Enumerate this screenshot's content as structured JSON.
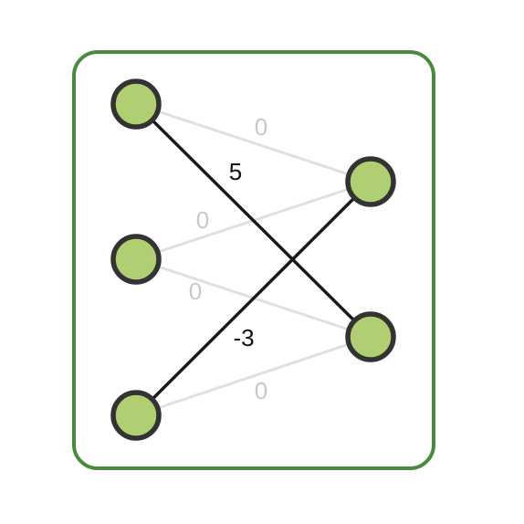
{
  "colors": {
    "frame": "#4a8a3f",
    "node_fill": "#afcf72",
    "node_stroke": "#333333",
    "active_edge": "#1a1a1a",
    "inactive_edge": "#e0e0e0",
    "inactive_label": "#c8c8c8",
    "active_label": "#111111"
  },
  "nodes": {
    "left": [
      "",
      "",
      ""
    ],
    "right": [
      "",
      ""
    ]
  },
  "edges": [
    {
      "from": 0,
      "to": 0,
      "weight": "0",
      "active": false
    },
    {
      "from": 0,
      "to": 1,
      "weight": "5",
      "active": true
    },
    {
      "from": 1,
      "to": 0,
      "weight": "0",
      "active": false
    },
    {
      "from": 1,
      "to": 1,
      "weight": "0",
      "active": false
    },
    {
      "from": 2,
      "to": 0,
      "weight": "-3",
      "active": true
    },
    {
      "from": 2,
      "to": 1,
      "weight": "0",
      "active": false
    }
  ]
}
